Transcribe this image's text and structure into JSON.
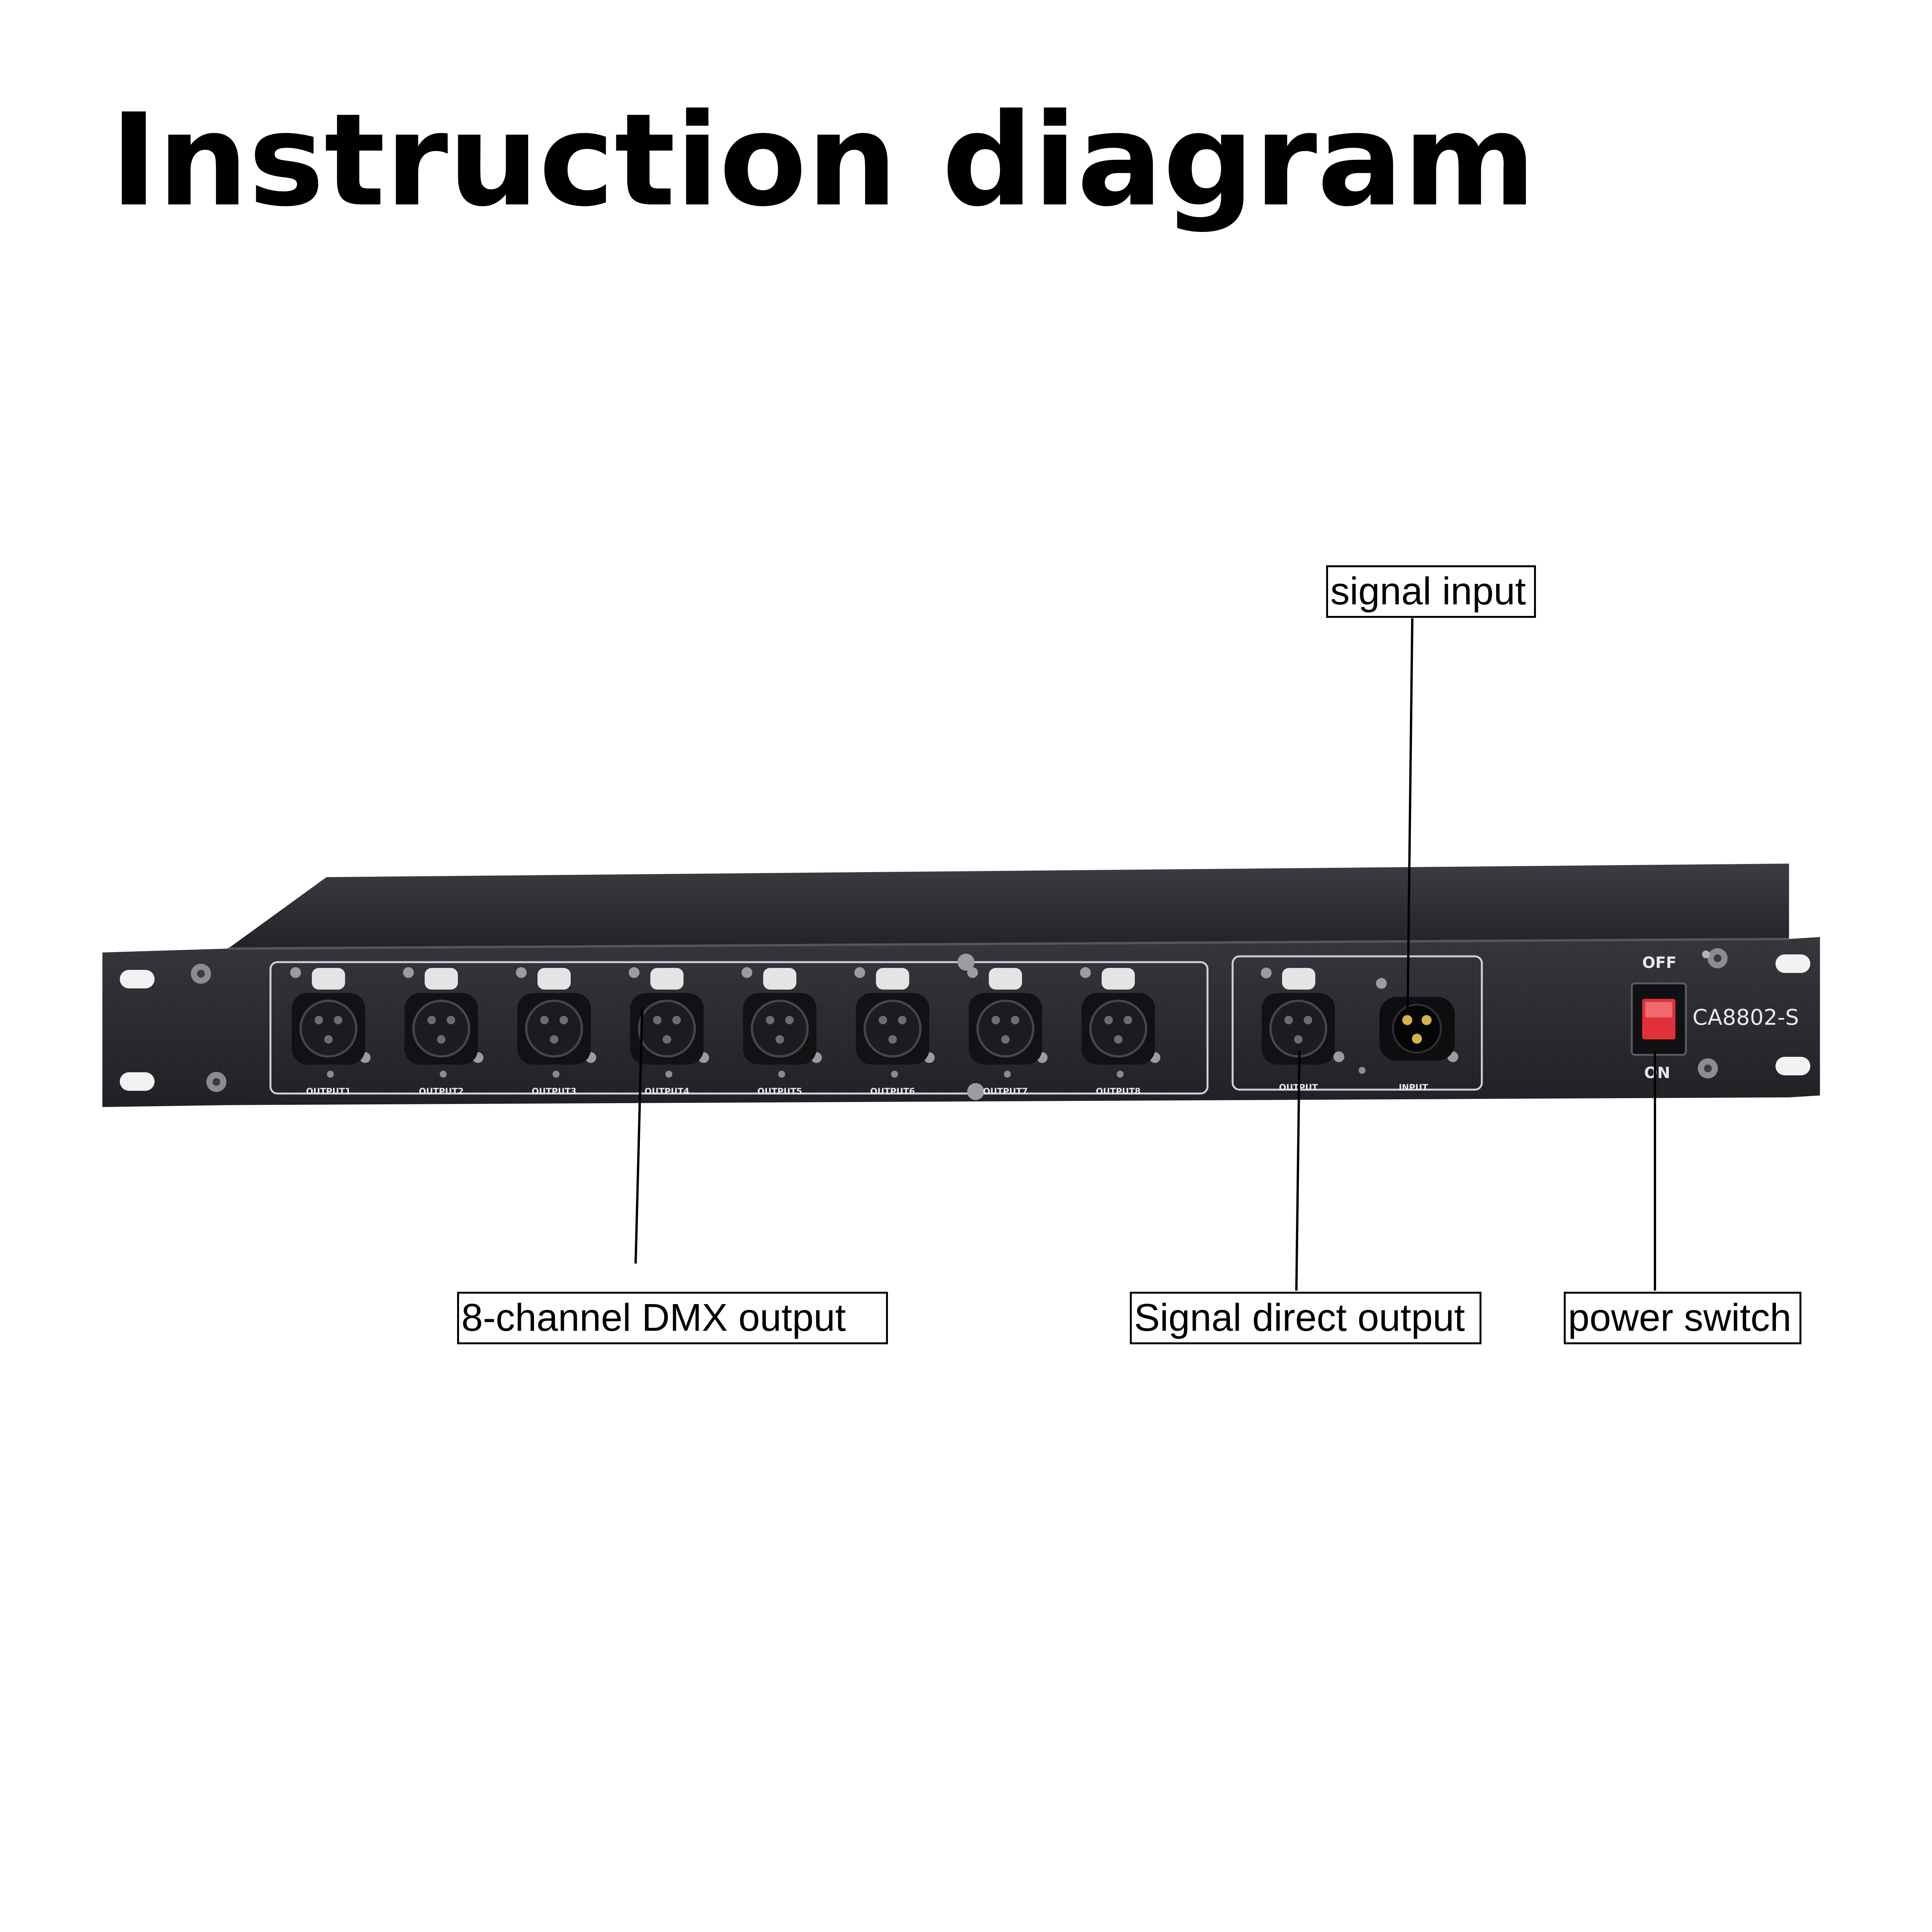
{
  "title": "Instruction diagram",
  "callouts": {
    "signal_input": "signal input",
    "dmx_output": "8-channel DMX output",
    "direct_output": "Signal direct output",
    "power_switch": "power switch"
  },
  "device": {
    "model": "CA8802-S",
    "output_labels": [
      "OUTPUT1",
      "OUTPUT2",
      "OUTPUT3",
      "OUTPUT4",
      "OUTPUT5",
      "OUTPUT6",
      "OUTPUT7",
      "OUTPUT8"
    ],
    "direct_output_label": "OUTPUT",
    "input_label": "INPUT",
    "switch_off_label": "OFF",
    "switch_on_label": "ON"
  },
  "colors": {
    "chassis_top": "#2e2f33",
    "panel": "#2a2b2f",
    "panel_border": "#d0d2d8",
    "connector": "#111214",
    "latch": "#e4e4e4",
    "switch_red": "#e0303a",
    "text_light": "#e8e8e8"
  }
}
